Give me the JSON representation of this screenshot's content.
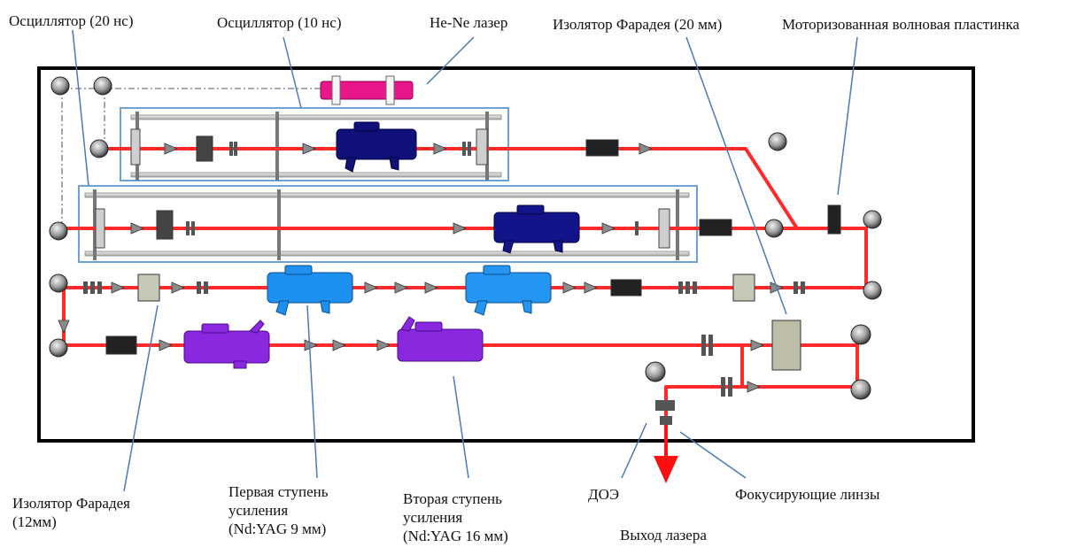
{
  "labels": {
    "osc20": "Осциллятор (20 нс)",
    "osc10": "Осциллятор (10 нс)",
    "hene": "He-Ne лазер",
    "iso20": "Изолятор Фарадея (20 мм)",
    "waveplate": "Моторизованная волновая пластинка",
    "iso12_line1": "Изолятор Фарадея",
    "iso12_line2": "(12мм)",
    "stage1_line1": "Первая ступень",
    "stage1_line2": "усиления",
    "stage1_line3": "(Nd:YAG 9 мм)",
    "stage2_line1": "Вторая ступень",
    "stage2_line2": "усиления",
    "stage2_line3": "(Nd:YAG 16 мм)",
    "doe": "ДОЭ",
    "focus": "Фокусирующие линзы",
    "output": "Выход лазера"
  },
  "colors": {
    "beam": "#ff2a2a",
    "frame": "#000000",
    "oscillator_box": "#6fa0d8",
    "hene_laser": "#e8168a",
    "osc_amplifier": "#10107a",
    "stage1_amplifier": "#1e90f0",
    "stage2_amplifier": "#8a28e0",
    "callout_line": "#4a7ab8"
  }
}
